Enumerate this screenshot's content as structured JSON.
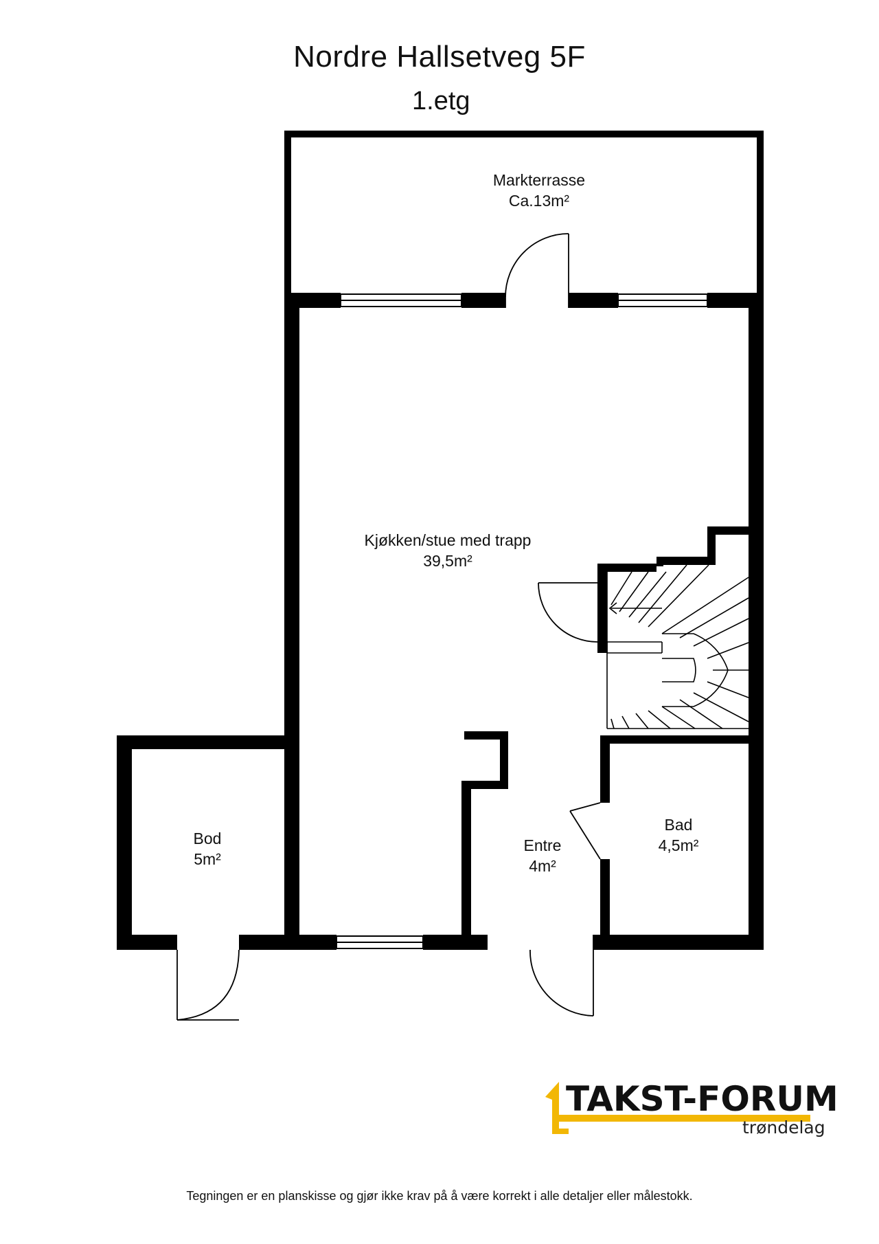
{
  "title": "Nordre Hallsetveg 5F",
  "floor": "1.etg",
  "rooms": {
    "terrace": {
      "name": "Markterrasse",
      "area": "Ca.13m²"
    },
    "living": {
      "name": "Kjøkken/stue med trapp",
      "area": "39,5m²"
    },
    "storage": {
      "name": "Bod",
      "area": "5m²"
    },
    "entrance": {
      "name": "Entre",
      "area": "4m²"
    },
    "bathroom": {
      "name": "Bad",
      "area": "4,5m²"
    }
  },
  "logo": {
    "name": "TAKST-FORUM",
    "region": "trøndelag",
    "accent_color": "#f2b705"
  },
  "disclaimer": "Tegningen er en planskisse og gjør ikke krav på å være korrekt i alle detaljer eller målestokk."
}
